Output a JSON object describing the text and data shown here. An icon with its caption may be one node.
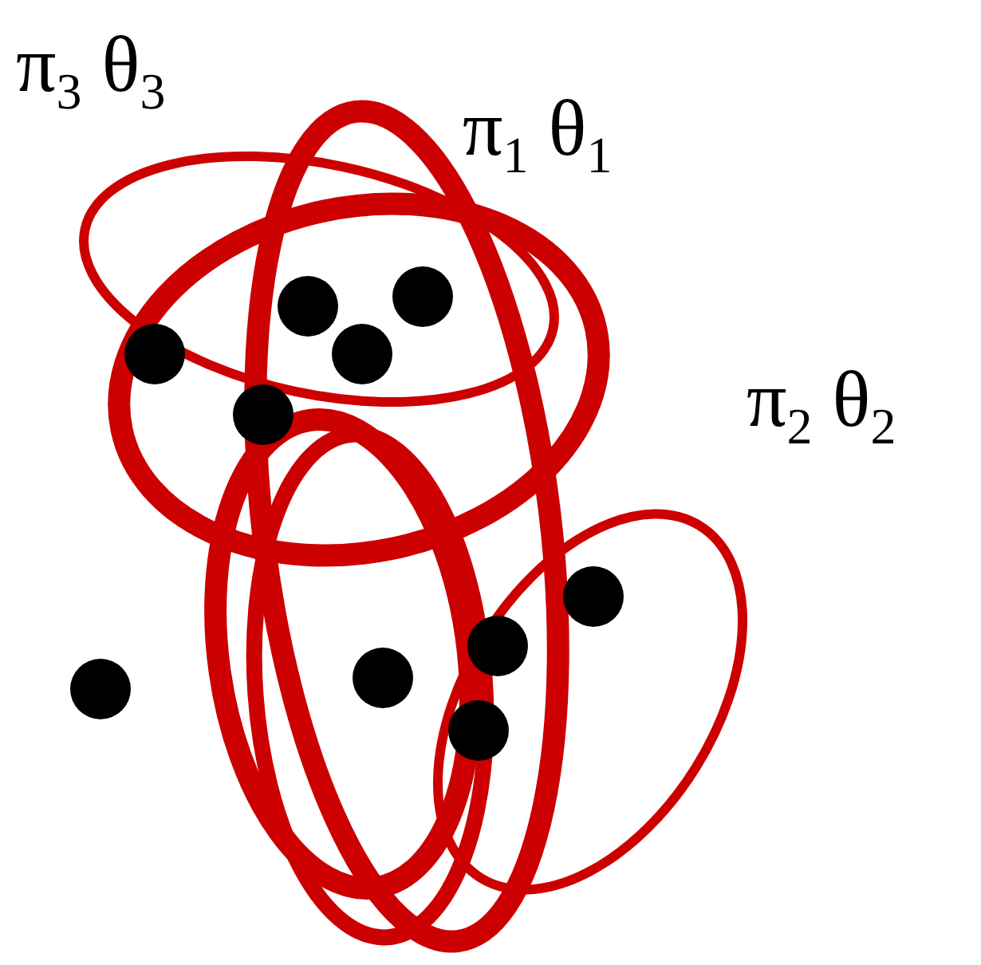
{
  "diagram": {
    "labels": [
      "π$_{3}$ θ$_{3}$",
      "π$_{1}$ θ$_{1}$",
      "π$_{2}$ θ$_{2}$"
    ]
  }
}
